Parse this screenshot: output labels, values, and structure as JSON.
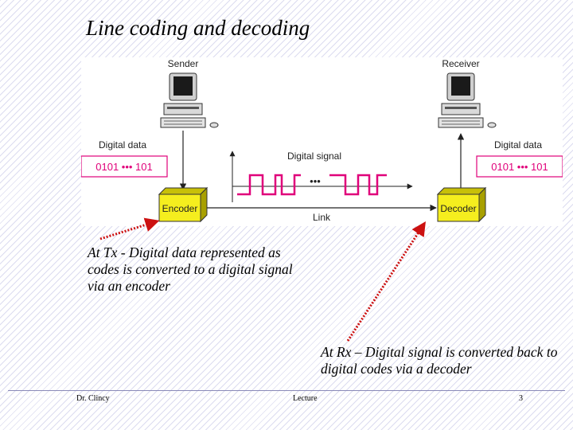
{
  "slide": {
    "title": "Line coding and decoding"
  },
  "diagram": {
    "sender_label": "Sender",
    "receiver_label": "Receiver",
    "digital_data_left": "Digital data",
    "digital_data_right": "Digital data",
    "data_bits_left": "0101 ••• 101",
    "data_bits_right": "0101 ••• 101",
    "digital_signal_label": "Digital signal",
    "signal_dots": "•••",
    "encoder_label": "Encoder",
    "decoder_label": "Decoder",
    "link_label": "Link"
  },
  "notes": {
    "tx": "At Tx - Digital data represented as codes is converted to a digital signal via an encoder",
    "rx": "At Rx – Digital signal is converted back to digital codes via a decoder"
  },
  "footer": {
    "author": "Dr. Clincy",
    "center": "Lecture",
    "page": "3"
  },
  "colors": {
    "signal": "#e0007a",
    "box_fill": "#f5ee1e",
    "data_border": "#e0007a",
    "arrow_red": "#cc1111"
  }
}
